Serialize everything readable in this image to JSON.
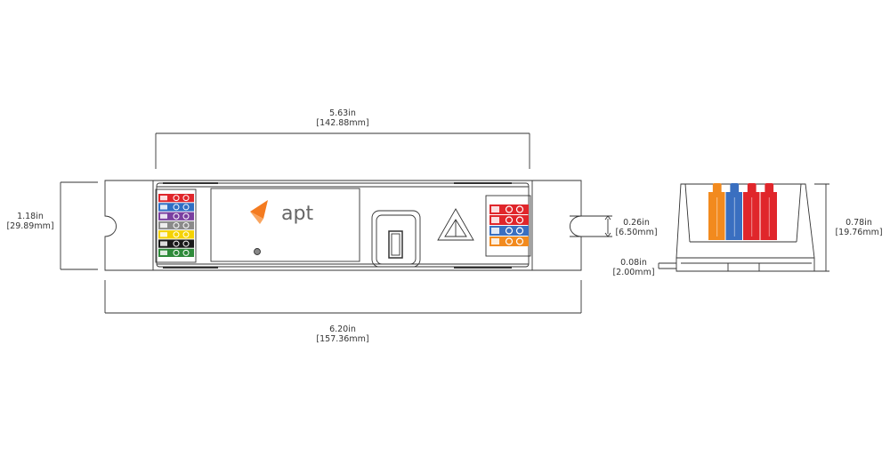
{
  "brand": {
    "name": "apt",
    "accent": "#f47b20"
  },
  "dimensions": {
    "inner_length": {
      "imperial": "5.63in",
      "metric": "[142.88mm]"
    },
    "overall_length": {
      "imperial": "6.20in",
      "metric": "[157.36mm]"
    },
    "height": {
      "imperial": "1.18in",
      "metric": "[29.89mm]"
    },
    "slot_width": {
      "imperial": "0.26in",
      "metric": "[6.50mm]"
    },
    "depth": {
      "imperial": "0.78in",
      "metric": "[19.76mm]"
    },
    "base_thickness": {
      "imperial": "0.08in",
      "metric": "[2.00mm]"
    }
  },
  "connectors": {
    "left_wire_colors": [
      "#e0262b",
      "#2f6fc4",
      "#7a3fa0",
      "#8a8a8a",
      "#f5d200",
      "#1a1a1a",
      "#2e8b3a"
    ],
    "right_wire_colors": [
      "#e0262b",
      "#e0262b",
      "#3a6fc0",
      "#f28a1e"
    ],
    "side_wire_colors": [
      "#f28a1e",
      "#3a6fc0",
      "#e0262b",
      "#e0262b"
    ]
  },
  "colors": {
    "outline": "#333333",
    "label": "#333333"
  }
}
